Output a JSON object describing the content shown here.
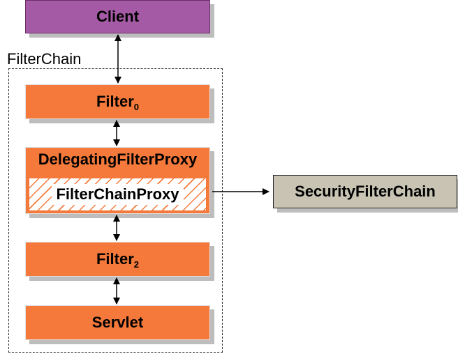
{
  "client": {
    "label": "Client"
  },
  "filter_chain": {
    "label": "FilterChain"
  },
  "filter0": {
    "label": "Filter",
    "subscript": "0"
  },
  "delegating_filter_proxy": {
    "label": "DelegatingFilterProxy"
  },
  "filter_chain_proxy": {
    "label": "FilterChainProxy"
  },
  "filter2": {
    "label": "Filter",
    "subscript": "2"
  },
  "servlet": {
    "label": "Servlet"
  },
  "security_filter_chain": {
    "label": "SecurityFilterChain"
  },
  "colors": {
    "client": "#a55aa5",
    "filter": "#f5793a",
    "security_filter_chain": "#c8c3b3"
  }
}
